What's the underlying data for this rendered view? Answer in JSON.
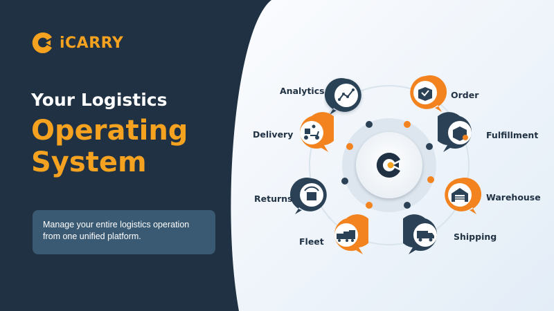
{
  "brand": {
    "name": "iCARRY",
    "logo_icon": "icarry-logo-icon"
  },
  "headline": {
    "line1": "Your Logistics",
    "line2": "Operating",
    "line3": "System"
  },
  "tagline": "Manage your entire logistics operation from one unified platform.",
  "hub": {
    "icon": "icarry-logo-icon"
  },
  "features": [
    {
      "label": "Analytics",
      "icon": "analytics-chart-icon",
      "style": "dark"
    },
    {
      "label": "Order",
      "icon": "open-box-check-icon",
      "style": "orange"
    },
    {
      "label": "Delivery",
      "icon": "delivery-scooter-icon",
      "style": "orange"
    },
    {
      "label": "Fulfillment",
      "icon": "box-gear-icon",
      "style": "dark"
    },
    {
      "label": "Returns",
      "icon": "returns-box-icon",
      "style": "dark"
    },
    {
      "label": "Warehouse",
      "icon": "warehouse-icon",
      "style": "orange"
    },
    {
      "label": "Fleet",
      "icon": "fleet-trucks-icon",
      "style": "orange"
    },
    {
      "label": "Shipping",
      "icon": "shipping-truck-icon",
      "style": "dark"
    }
  ],
  "colors": {
    "navy": "#1f3142",
    "orange": "#f4a21f",
    "light": "#f2f6fb",
    "card": "#3a5a73"
  }
}
